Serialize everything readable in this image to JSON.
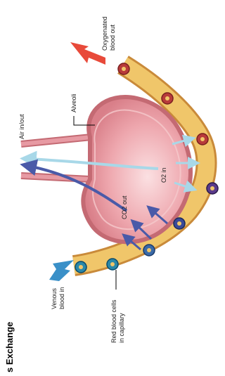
{
  "diagram": {
    "title": "s Exchange",
    "labels": {
      "alveoli": "Alveoli",
      "air_in_out": "Air in/out",
      "oxygenated_line1": "Oxygenated",
      "oxygenated_line2": "blood out",
      "venous_line1": "Venous",
      "venous_line2": "blood in",
      "rbc_line1": "Red blood cells",
      "rbc_line2": "in capillary",
      "co2_out": "CO2 out",
      "o2_in": "O2 in"
    },
    "colors": {
      "alveolus_fill": "#e8a0a8",
      "alveolus_inner": "#f5c9cc",
      "alveolus_wall": "#c46a73",
      "capillary_fill": "#f0c66a",
      "capillary_wall": "#c98a3a",
      "oxygenated_cell": "#b83a3a",
      "venous_cell": "#3a6aa8",
      "arrow_red": "#e84a3a",
      "arrow_blue": "#3a90c8",
      "co2_arrow": "#4a5aa8",
      "o2_arrow": "#a8d8e8"
    }
  }
}
